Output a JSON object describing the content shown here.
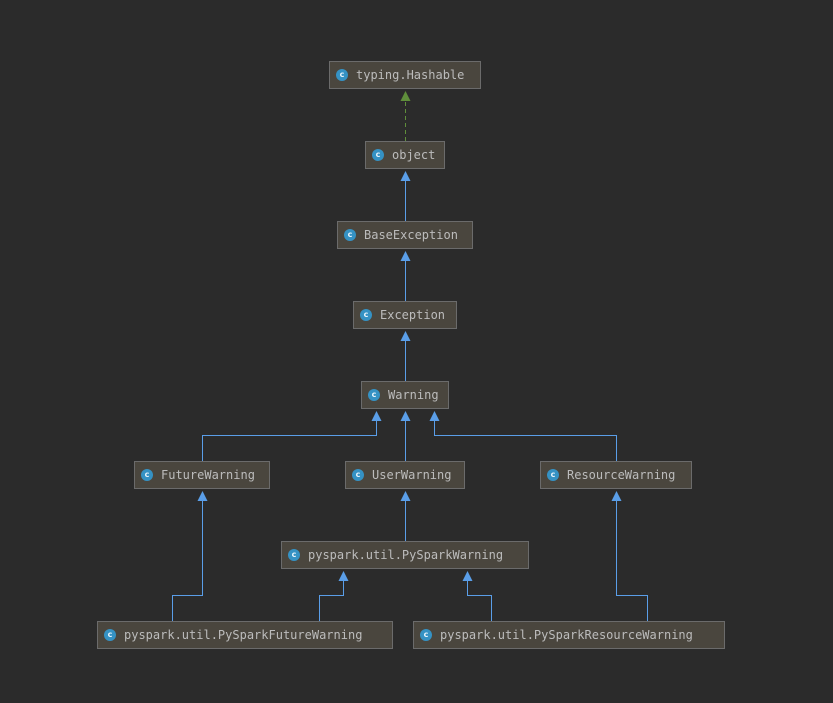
{
  "colors": {
    "background": "#2b2b2b",
    "node_fill": "#4a463e",
    "node_border": "#6b6b6b",
    "text": "#bcbcbc",
    "inherit_edge": "#5a9ee8",
    "implements_edge": "#5f8e3b",
    "class_badge": "#3592c4"
  },
  "badge_letter": "c",
  "badge_icon": "class-icon",
  "nodes": {
    "hashable": "typing.Hashable",
    "object": "object",
    "base_exception": "BaseException",
    "exception": "Exception",
    "warning": "Warning",
    "future_warning": "FutureWarning",
    "user_warning": "UserWarning",
    "resource_warning": "ResourceWarning",
    "pyspark_warning": "pyspark.util.PySparkWarning",
    "pyspark_future_warning": "pyspark.util.PySparkFutureWarning",
    "pyspark_resource_warning": "pyspark.util.PySparkResourceWarning"
  },
  "edges": [
    {
      "from": "object",
      "to": "hashable",
      "kind": "implements"
    },
    {
      "from": "base_exception",
      "to": "object",
      "kind": "inherits"
    },
    {
      "from": "exception",
      "to": "base_exception",
      "kind": "inherits"
    },
    {
      "from": "warning",
      "to": "exception",
      "kind": "inherits"
    },
    {
      "from": "future_warning",
      "to": "warning",
      "kind": "inherits"
    },
    {
      "from": "user_warning",
      "to": "warning",
      "kind": "inherits"
    },
    {
      "from": "resource_warning",
      "to": "warning",
      "kind": "inherits"
    },
    {
      "from": "pyspark_warning",
      "to": "user_warning",
      "kind": "inherits"
    },
    {
      "from": "pyspark_future_warning",
      "to": "future_warning",
      "kind": "inherits"
    },
    {
      "from": "pyspark_future_warning",
      "to": "pyspark_warning",
      "kind": "inherits"
    },
    {
      "from": "pyspark_resource_warning",
      "to": "pyspark_warning",
      "kind": "inherits"
    },
    {
      "from": "pyspark_resource_warning",
      "to": "resource_warning",
      "kind": "inherits"
    }
  ]
}
